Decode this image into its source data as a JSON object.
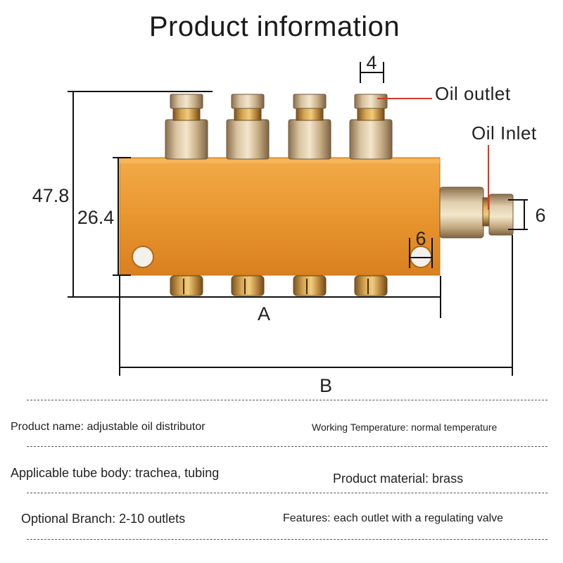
{
  "title": "Product information",
  "dimensions": {
    "overall_height": "47.8",
    "body_height": "26.4",
    "outlet_width": "4",
    "hole_size": "6",
    "inlet_size": "6",
    "length_a": "A",
    "length_b": "B"
  },
  "callouts": {
    "outlet": "Oil outlet",
    "inlet": "Oil Inlet"
  },
  "colors": {
    "body": "#e9962f",
    "callout_line": "#d03a2a",
    "brass": "#b08850"
  },
  "specs": [
    {
      "text": "Product name: adjustable oil distributor"
    },
    {
      "text": "Working Temperature: normal temperature"
    },
    {
      "text": "Applicable tube body: trachea, tubing"
    },
    {
      "text": "Product material: brass"
    },
    {
      "text": "Optional Branch: 2-10 outlets"
    },
    {
      "text": "Features: each outlet with a regulating valve"
    }
  ]
}
